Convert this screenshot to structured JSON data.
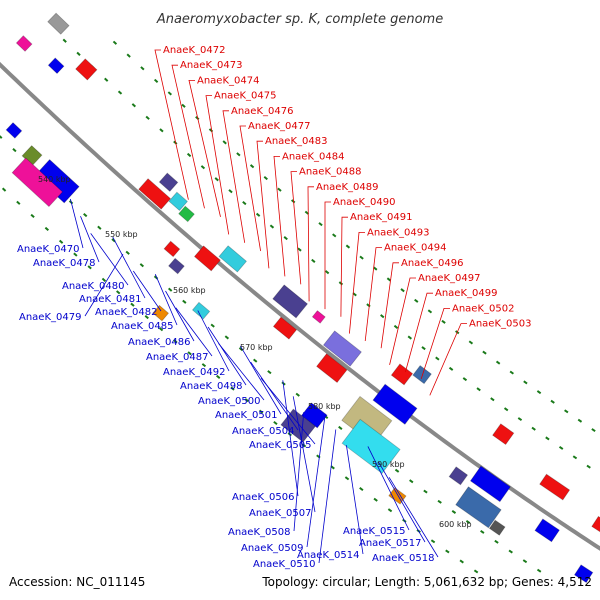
{
  "title": "Anaeromyxobacter sp. K, complete genome",
  "footer": {
    "accession": "Accession: NC_011145",
    "summary": "Topology: circular; Length: 5,061,632 bp; Genes: 4,512"
  },
  "colors": {
    "forward_label": "#dd0000",
    "reverse_label": "#0000cc",
    "backbone": "#888888",
    "dots": "#1a7a1a"
  },
  "ticks": [
    "540 kbp",
    "550 kbp",
    "560 kbp",
    "570 kbp",
    "580 kbp",
    "590 kbp",
    "600 kbp"
  ],
  "forward_labels": [
    "AnaeK_0472",
    "AnaeK_0473",
    "AnaeK_0474",
    "AnaeK_0475",
    "AnaeK_0476",
    "AnaeK_0477",
    "AnaeK_0483",
    "AnaeK_0484",
    "AnaeK_0488",
    "AnaeK_0489",
    "AnaeK_0490",
    "AnaeK_0491",
    "AnaeK_0493",
    "AnaeK_0494",
    "AnaeK_0496",
    "AnaeK_0497",
    "AnaeK_0499",
    "AnaeK_0502",
    "AnaeK_0503"
  ],
  "reverse_labels": [
    "AnaeK_0470",
    "AnaeK_0478",
    "AnaeK_0480",
    "AnaeK_0481",
    "AnaeK_0479",
    "AnaeK_0482",
    "AnaeK_0485",
    "AnaeK_0486",
    "AnaeK_0487",
    "AnaeK_0492",
    "AnaeK_0498",
    "AnaeK_0500",
    "AnaeK_0501",
    "AnaeK_0504",
    "AnaeK_0505",
    "AnaeK_0506",
    "AnaeK_0507",
    "AnaeK_0508",
    "AnaeK_0509",
    "AnaeK_0510",
    "AnaeK_0514",
    "AnaeK_0515",
    "AnaeK_0517",
    "AnaeK_0518"
  ]
}
